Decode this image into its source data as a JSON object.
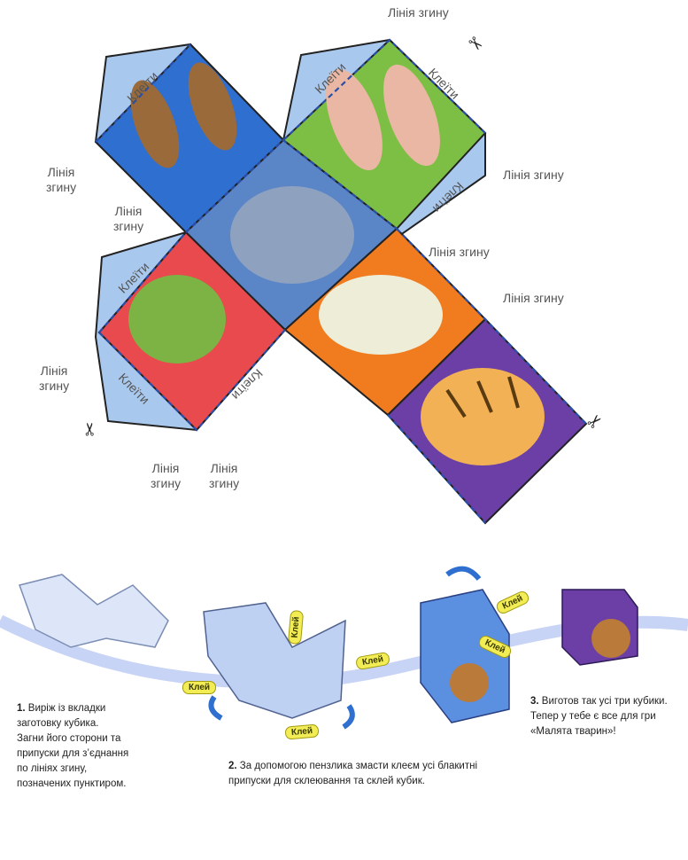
{
  "net": {
    "tab_label": "Клеїти",
    "fold_line_label": "Лінія згину",
    "fold_line_label_stacked": [
      "Лінія",
      "згину"
    ]
  },
  "steps": [
    {
      "num": "1.",
      "lines": [
        "Виріж із вкладки",
        "заготовку кубика.",
        "Загни його сторони та",
        "припуски для з’єднання",
        "по лініях згину,",
        "позначених пунктиром."
      ]
    },
    {
      "num": "2.",
      "lines": [
        "За допомогою пензлика змасти клеєм усі блакитні",
        "припуски для склеювання та склей кубик."
      ]
    },
    {
      "num": "3.",
      "lines": [
        "Виготов так усі три кубики.",
        "Тепер у тебе є все для гри",
        "«Малята тварин»!"
      ]
    }
  ],
  "glue_tube_label": "Клей",
  "colors": {
    "tab": "#a9c8ee",
    "blue_face": "#2f6fd0",
    "green_face": "#7dbf45",
    "yellow_face": "#f4e33a",
    "red_face": "#e94a4d",
    "orange_face": "#f07c1f",
    "purple_face": "#6b3fa6",
    "fold_dash": "#2a4fa8",
    "label_text": "#555555"
  },
  "icons": [
    "scissors-icon",
    "glue-tube-icon",
    "arrow-icon"
  ]
}
